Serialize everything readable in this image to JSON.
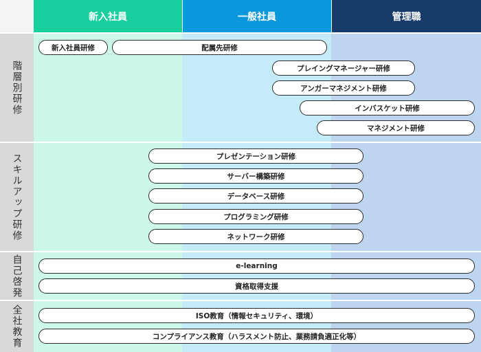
{
  "columns": [
    {
      "label": "新入社員",
      "color": "#19cf9e"
    },
    {
      "label": "一般社員",
      "color": "#0a98dd"
    },
    {
      "label": "管理職",
      "color": "#163b6b"
    }
  ],
  "column_backgrounds": [
    "#ccf7ea",
    "#c5ebf9",
    "#bed5f0"
  ],
  "rows": [
    {
      "label": "階層別研修"
    },
    {
      "label": "スキルアップ研修"
    },
    {
      "label": "自己啓発"
    },
    {
      "label": "全社教育"
    }
  ],
  "trainings": {
    "kaisou": [
      "新入社員研修",
      "配属先研修",
      "プレイングマネージャー研修",
      "アンガーマネジメント研修",
      "インバスケット研修",
      "マネジメント研修"
    ],
    "skill": [
      "プレゼンテーション研修",
      "サーバー構築研修",
      "データベース研修",
      "プログラミング研修",
      "ネットワーク研修"
    ],
    "jiko": [
      "e-learning",
      "資格取得支援"
    ],
    "zensha": [
      "ISO教育（情報セキュリティ、環境）",
      "コンプライアンス教育（ハラスメント防止、業務請負適正化等）"
    ]
  }
}
